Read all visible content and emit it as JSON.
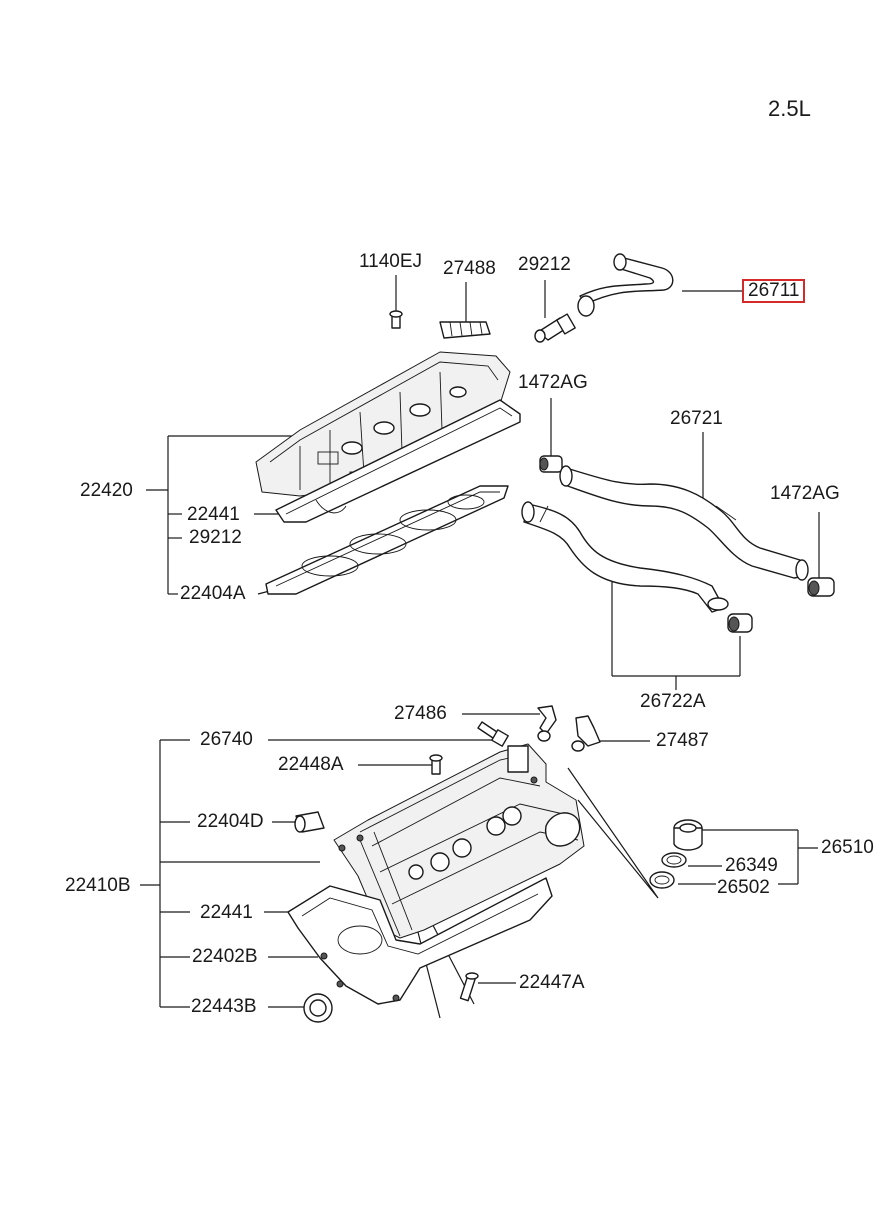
{
  "diagram": {
    "engine_label": "2.5L",
    "highlight_color": "#d42a2a",
    "parts": {
      "p_1140EJ": "1140EJ",
      "p_27488": "27488",
      "p_29212_top": "29212",
      "p_26711": "26711",
      "p_1472AG_left": "1472AG",
      "p_26721": "26721",
      "p_1472AG_right": "1472AG",
      "p_22420": "22420",
      "p_22441_top": "22441",
      "p_29212_mid": "29212",
      "p_22404A": "22404A",
      "p_26722A": "26722A",
      "p_27486": "27486",
      "p_27487": "27487",
      "p_26740": "26740",
      "p_22448A": "22448A",
      "p_22404D": "22404D",
      "p_22410B": "22410B",
      "p_22441_bot": "22441",
      "p_22402B": "22402B",
      "p_22447A": "22447A",
      "p_22443B": "22443B",
      "p_26510": "26510",
      "p_26349": "26349",
      "p_26502": "26502"
    },
    "highlighted_part": "26711"
  }
}
